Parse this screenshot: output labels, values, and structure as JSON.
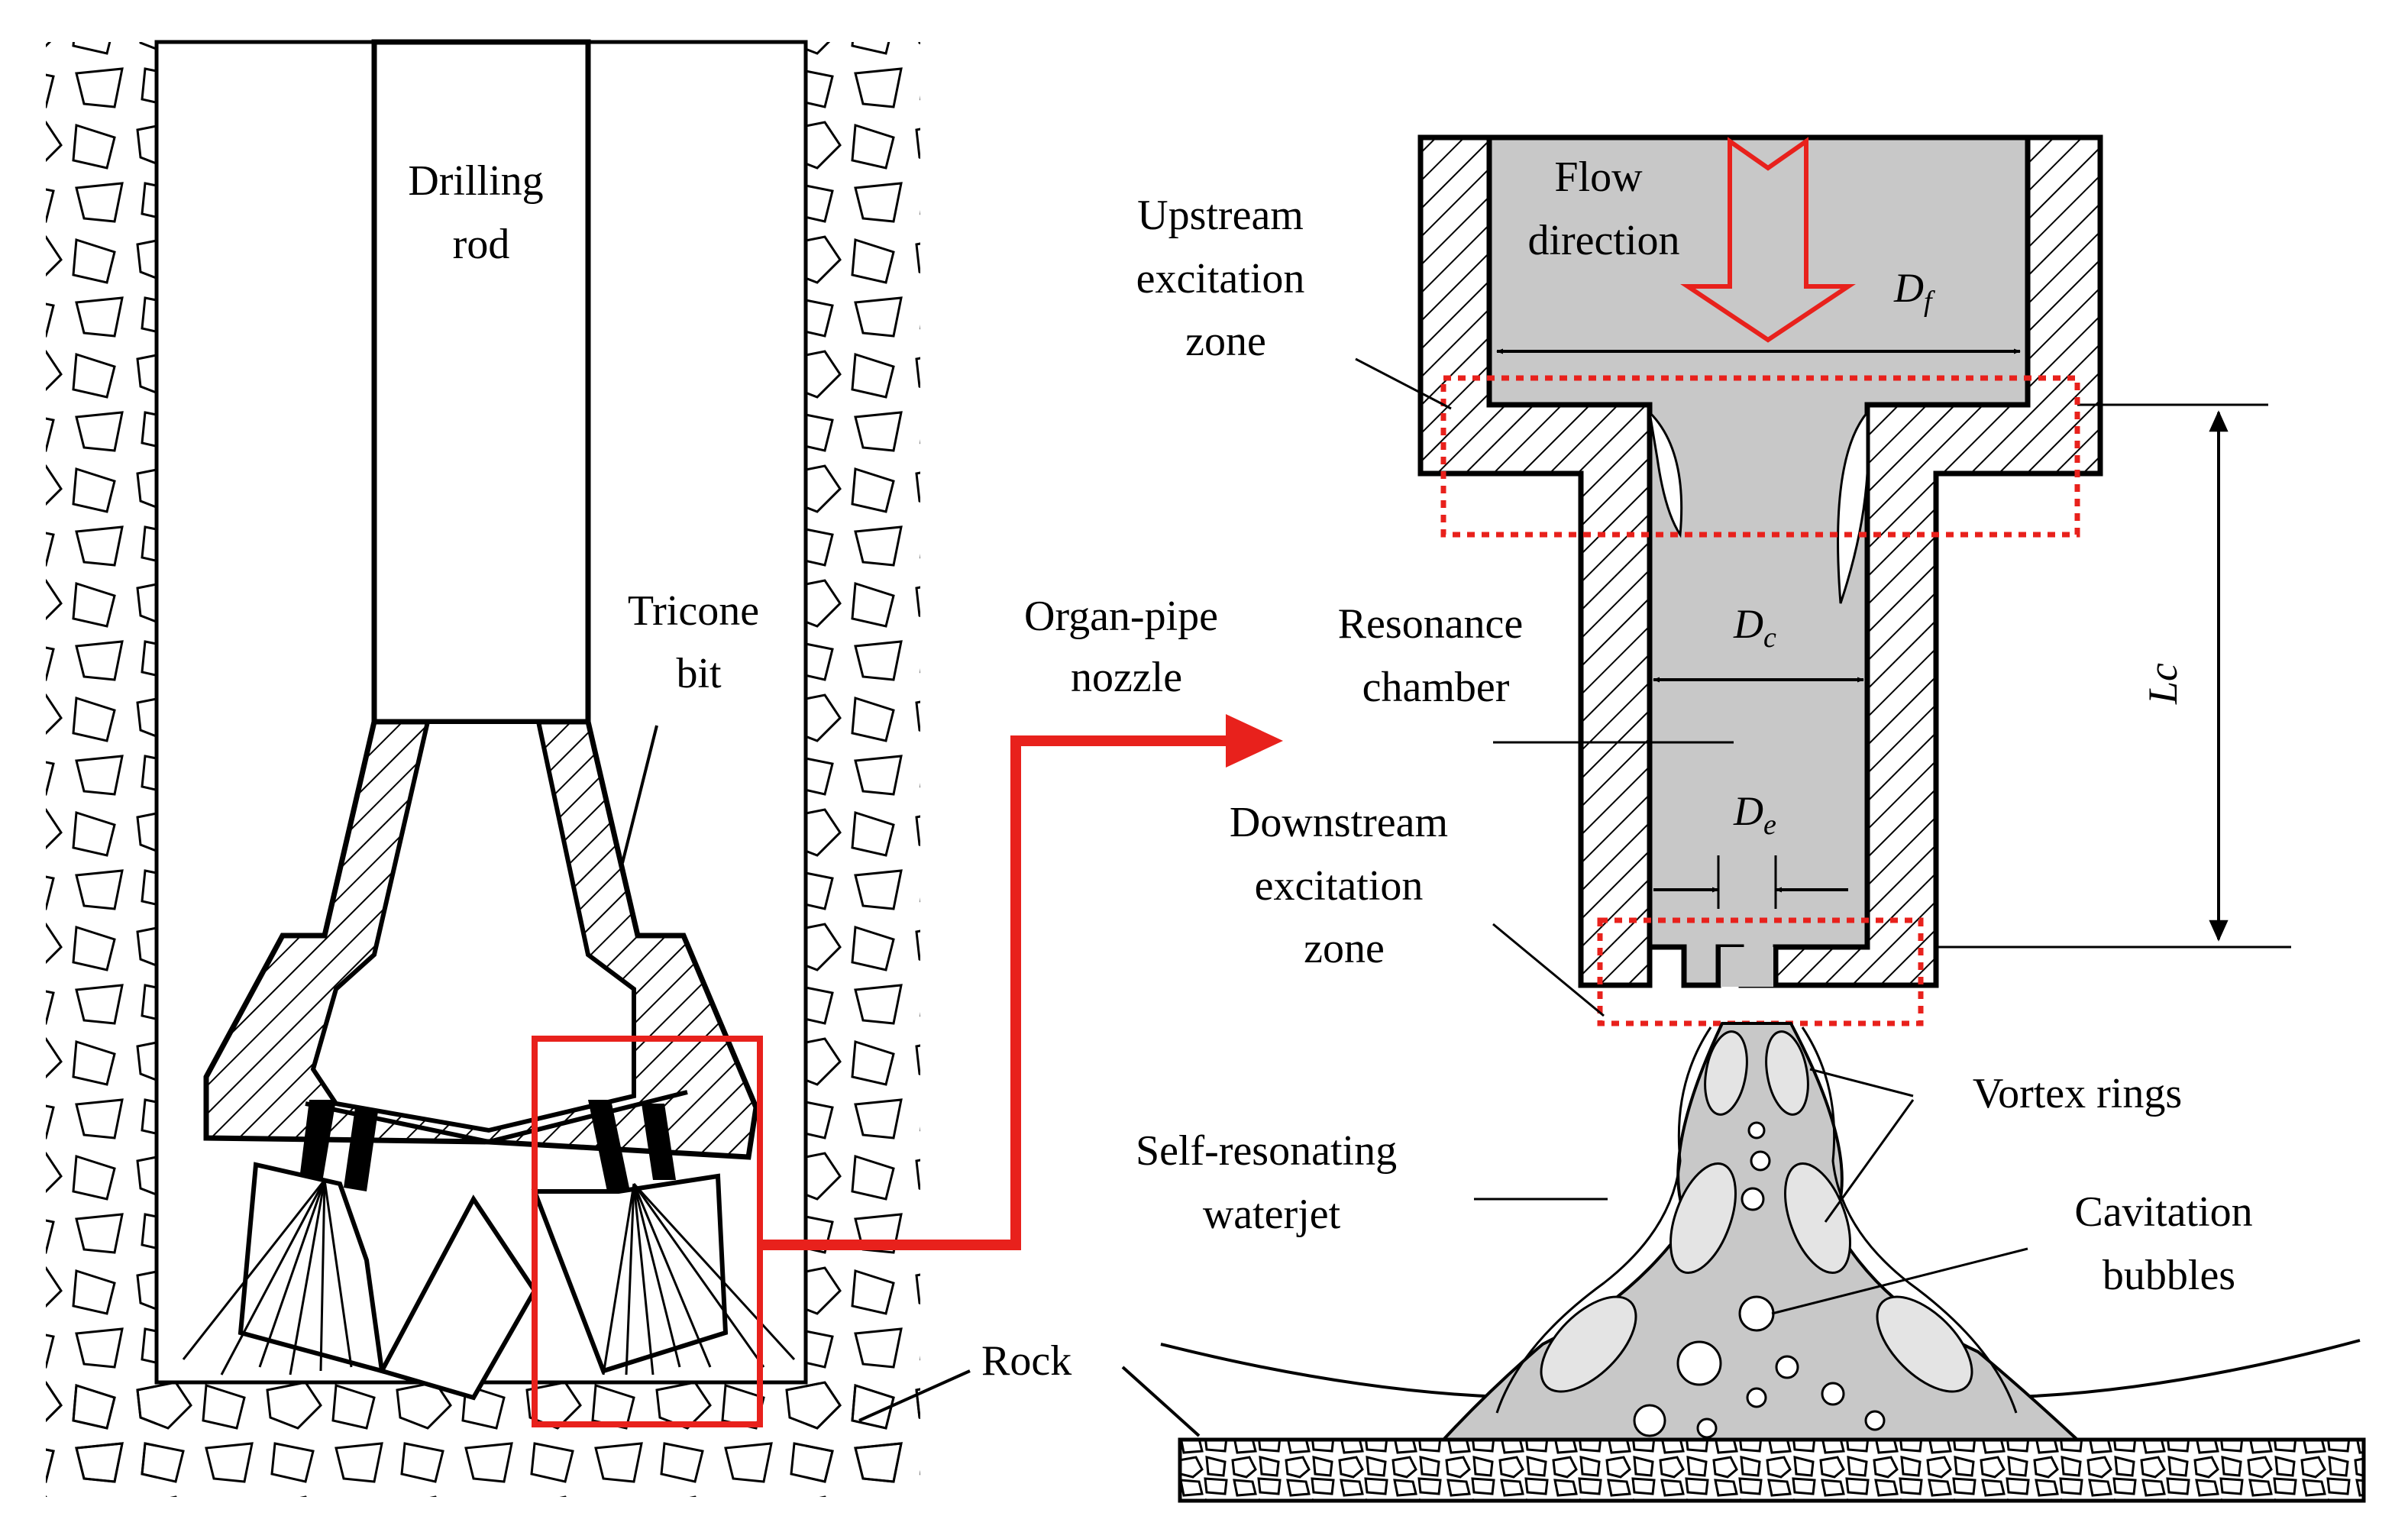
{
  "labels": {
    "drilling_rod": [
      "Drilling",
      "rod"
    ],
    "tricone_bit": [
      "Tricone",
      "bit"
    ],
    "organ_pipe_nozzle": [
      "Organ-pipe",
      "nozzle"
    ],
    "upstream_zone": [
      "Upstream",
      "excitation",
      "zone"
    ],
    "flow_direction": [
      "Flow",
      "direction"
    ],
    "resonance_chamber": [
      "Resonance",
      "chamber"
    ],
    "downstream_zone": [
      "Downstream",
      "excitation",
      "zone"
    ],
    "vortex_rings": "Vortex rings",
    "self_resonating_waterjet": [
      "Self-resonating",
      "waterjet"
    ],
    "cavitation_bubbles": [
      "Cavitation",
      "bubbles"
    ],
    "rock": "Rock"
  },
  "symbols": {
    "df": {
      "main": "D",
      "sub": "f"
    },
    "dc": {
      "main": "D",
      "sub": "c"
    },
    "de": {
      "main": "D",
      "sub": "e"
    },
    "lc": "Lc"
  },
  "colors": {
    "highlight_red": "#e8211c",
    "fluid_gray": "#c8c8c8",
    "light_gray": "#e4e4e4",
    "line": "#000000"
  }
}
